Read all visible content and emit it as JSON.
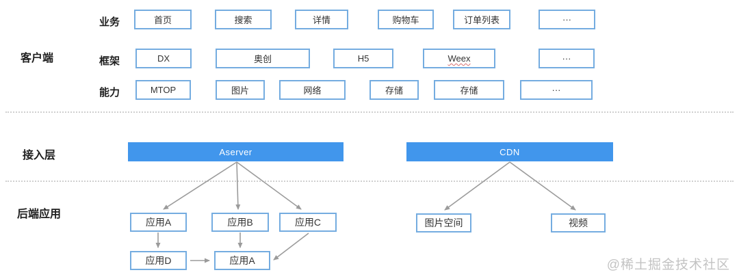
{
  "client": {
    "label": "客户端",
    "rows": [
      {
        "label": "业务",
        "boxes": [
          "首页",
          "搜索",
          "详情",
          "购物车",
          "订单列表",
          "···"
        ]
      },
      {
        "label": "框架",
        "boxes": [
          "DX",
          "奥创",
          "H5",
          "Weex",
          "···"
        ]
      },
      {
        "label": "能力",
        "boxes": [
          "MTOP",
          "图片",
          "网络",
          "存储",
          "存储",
          "···"
        ]
      }
    ]
  },
  "access": {
    "label": "接入层",
    "bars": [
      "Aserver",
      "CDN"
    ]
  },
  "backend": {
    "label": "后端应用",
    "apps": [
      "应用A",
      "应用B",
      "应用C",
      "应用D",
      "应用A"
    ],
    "cdn_nodes": [
      "图片空间",
      "视频"
    ]
  },
  "watermark": "@稀土掘金技术社区",
  "colors": {
    "bar_blue": "#4196EC",
    "box_border": "#74ACE0",
    "arrow_gray": "#9B9B9B",
    "separator_gray": "#CFCFCF",
    "box_text": "#333333"
  }
}
